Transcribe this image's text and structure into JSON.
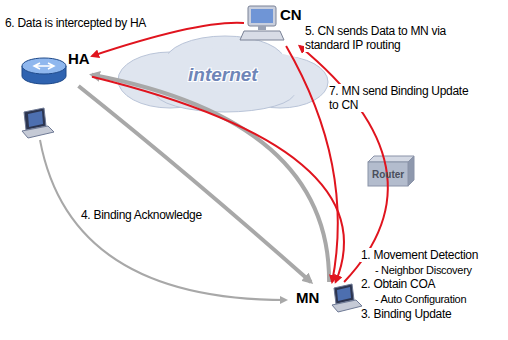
{
  "diagram": {
    "nodes": [
      {
        "text": [
          "CN"
        ]
      },
      {
        "text": [
          "HA"
        ]
      },
      {
        "text": [
          "internet"
        ]
      },
      {
        "text": [
          "Router"
        ]
      },
      {
        "text": [
          "MN"
        ]
      }
    ],
    "edges": [
      {
        "from": 4,
        "to": 1,
        "arrow": "to"
      },
      {
        "from": 1,
        "to": 4,
        "arrow": "to"
      },
      {
        "from": 0,
        "to": 1,
        "arrow": "to"
      },
      {
        "from": 1,
        "to": 4,
        "arrow": "to"
      },
      {
        "from": 4,
        "to": 0,
        "arrow": "to"
      },
      {
        "from": 0,
        "to": 4,
        "arrow": "to"
      }
    ],
    "labels": [
      "6. Data is intercepted by HA",
      "5. CN sends Data to MN via standard IP routing",
      "7. MN send Binding Update to CN",
      "4. Binding Acknowledge",
      "1. Movement Detection",
      "- Neighbor Discovery",
      "2. Obtain COA",
      "- Auto Configuration",
      "3. Binding Update"
    ]
  }
}
